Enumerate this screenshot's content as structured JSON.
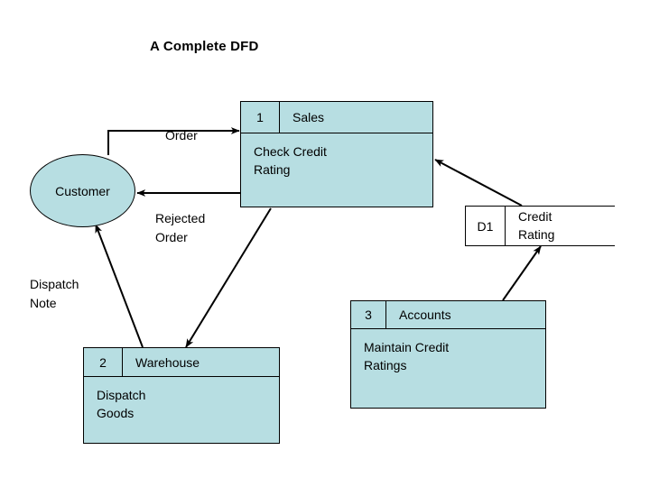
{
  "diagram": {
    "title": "A Complete DFD",
    "colors": {
      "node_fill": "#b7dee2",
      "stroke": "#000000",
      "datastore_fill": "#ffffff",
      "background": "#ffffff"
    }
  },
  "entities": [
    {
      "id": "customer",
      "label": "Customer"
    }
  ],
  "processes": [
    {
      "id": "sales",
      "number": "1",
      "name": "Sales",
      "body": "Check Credit\nRating"
    },
    {
      "id": "warehouse",
      "number": "2",
      "name": "Warehouse",
      "body": "Dispatch\nGoods"
    },
    {
      "id": "accounts",
      "number": "3",
      "name": "Accounts",
      "body": "Maintain Credit\nRatings"
    }
  ],
  "datastores": [
    {
      "id": "d1",
      "number": "D1",
      "name": "Credit\nRating"
    }
  ],
  "flows": [
    {
      "id": "order",
      "label": "Order",
      "from": "customer",
      "to": "sales"
    },
    {
      "id": "rejected-order",
      "label": "Rejected\nOrder",
      "from": "sales",
      "to": "customer"
    },
    {
      "id": "dispatch-note",
      "label": "Dispatch\nNote",
      "from": "warehouse",
      "to": "customer"
    },
    {
      "id": "sales-to-warehouse",
      "label": "",
      "from": "sales",
      "to": "warehouse"
    },
    {
      "id": "credit-rating-to-sales",
      "label": "",
      "from": "d1",
      "to": "sales"
    },
    {
      "id": "accounts-to-credit-rating",
      "label": "",
      "from": "accounts",
      "to": "d1"
    }
  ]
}
